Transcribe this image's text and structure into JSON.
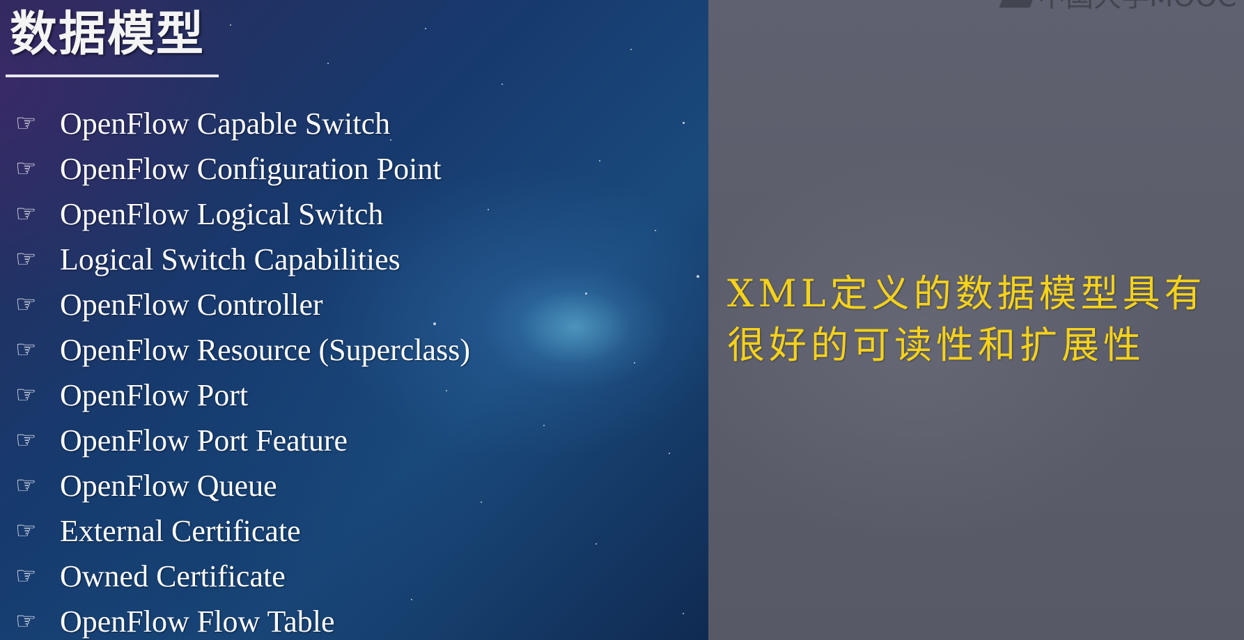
{
  "slide": {
    "heading": "数据模型",
    "bullet_icon": "pointing-hand-icon",
    "items": [
      {
        "label": "OpenFlow Capable Switch"
      },
      {
        "label": "OpenFlow Configuration Point"
      },
      {
        "label": "OpenFlow Logical Switch"
      },
      {
        "label": "Logical Switch Capabilities"
      },
      {
        "label": "OpenFlow Controller"
      },
      {
        "label": "OpenFlow Resource (Superclass)"
      },
      {
        "label": "OpenFlow Port"
      },
      {
        "label": "OpenFlow Port Feature"
      },
      {
        "label": "OpenFlow Queue"
      },
      {
        "label": "External Certificate"
      },
      {
        "label": "Owned Certificate"
      },
      {
        "label": "OpenFlow Flow Table"
      }
    ],
    "note_line1": "XML定义的数据模型具有",
    "note_line2": "很好的可读性和扩展性"
  },
  "watermark": {
    "text": "中国大学MOOC",
    "icon": "mooc-logo-icon"
  },
  "colors": {
    "note_text": "#f6d21a",
    "item_text": "#ffffff",
    "right_panel": "#5b5d6a"
  }
}
